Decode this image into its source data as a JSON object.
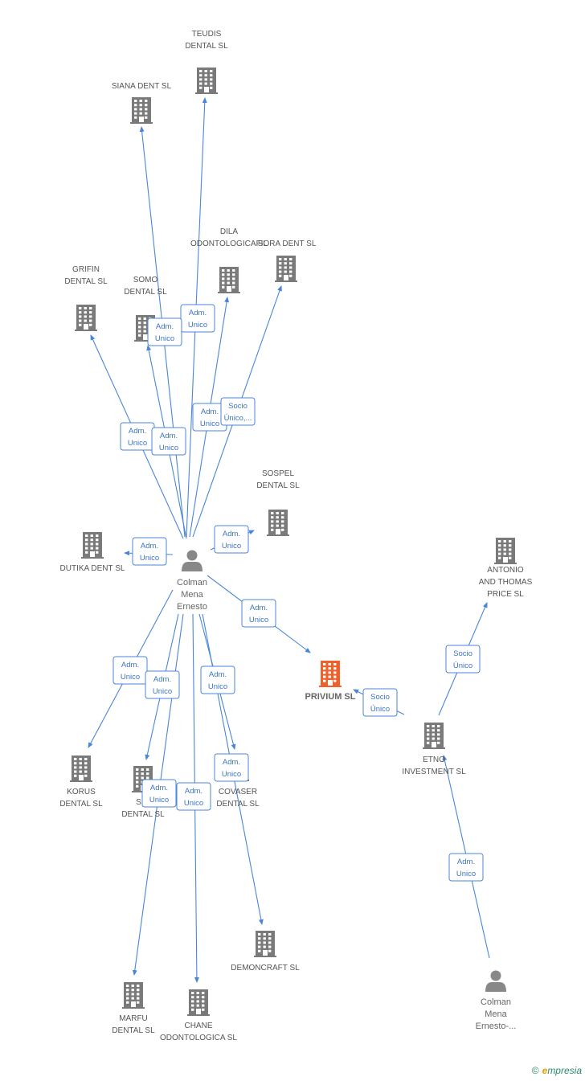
{
  "colors": {
    "edge": "#4a86d8",
    "building": "#7a7a7a",
    "focus_building": "#f0602a",
    "person": "#888888"
  },
  "nodes": [
    {
      "id": "teudis",
      "type": "company",
      "label": [
        "TEUDIS",
        "DENTAL SL"
      ]
    },
    {
      "id": "siana",
      "type": "company",
      "label": [
        "SIANA DENT SL"
      ]
    },
    {
      "id": "dila",
      "type": "company",
      "label": [
        "DILA",
        "ODONTOLOGICA SL"
      ]
    },
    {
      "id": "fiora",
      "type": "company",
      "label": [
        "FIORA DENT SL"
      ]
    },
    {
      "id": "grifin",
      "type": "company",
      "label": [
        "GRIFIN",
        "DENTAL SL"
      ]
    },
    {
      "id": "somo",
      "type": "company",
      "label": [
        "SOMO",
        "DENTAL SL"
      ]
    },
    {
      "id": "sospel",
      "type": "company",
      "label": [
        "SOSPEL",
        "DENTAL SL"
      ]
    },
    {
      "id": "dutika",
      "type": "company",
      "label": [
        "DUTIKA DENT  SL"
      ]
    },
    {
      "id": "colman1",
      "type": "person",
      "label": [
        "Colman",
        "Mena",
        "Ernesto"
      ]
    },
    {
      "id": "antonio",
      "type": "company",
      "label": [
        "ANTONIO",
        "AND THOMAS",
        "PRICE SL"
      ]
    },
    {
      "id": "privium",
      "type": "focus",
      "label": [
        "PRIVIUM SL"
      ]
    },
    {
      "id": "etno",
      "type": "company",
      "label": [
        "ETNO",
        "INVESTMENT SL"
      ]
    },
    {
      "id": "korus",
      "type": "company",
      "label": [
        "KORUS",
        "DENTAL SL"
      ]
    },
    {
      "id": "sim",
      "type": "company",
      "label": [
        "SIM",
        "DENTAL SL"
      ]
    },
    {
      "id": "covaser",
      "type": "company",
      "label": [
        "COVASER",
        "DENTAL  SL"
      ]
    },
    {
      "id": "demoncraft",
      "type": "company",
      "label": [
        "DEMONCRAFT SL"
      ]
    },
    {
      "id": "marfu",
      "type": "company",
      "label": [
        "MARFU",
        "DENTAL SL"
      ]
    },
    {
      "id": "chane",
      "type": "company",
      "label": [
        "CHANE",
        "ODONTOLOGICA SL"
      ]
    },
    {
      "id": "colman2",
      "type": "person",
      "label": [
        "Colman",
        "Mena",
        "Ernesto-..."
      ]
    }
  ],
  "edges": [
    {
      "from": "colman1",
      "to": "teudis",
      "label": [
        "Adm.",
        "Unico"
      ]
    },
    {
      "from": "colman1",
      "to": "siana",
      "label": [
        "Adm.",
        "Unico"
      ]
    },
    {
      "from": "colman1",
      "to": "dila",
      "label": [
        "Adm.",
        "Unico"
      ]
    },
    {
      "from": "colman1",
      "to": "fiora",
      "label": [
        "Socio",
        "Único,..."
      ]
    },
    {
      "from": "colman1",
      "to": "grifin",
      "label": [
        "Adm.",
        "Unico"
      ]
    },
    {
      "from": "colman1",
      "to": "somo",
      "label": [
        "Adm.",
        "Unico"
      ]
    },
    {
      "from": "colman1",
      "to": "sospel",
      "label": [
        "Adm.",
        "Unico"
      ]
    },
    {
      "from": "colman1",
      "to": "dutika",
      "label": [
        "Adm.",
        "Unico"
      ]
    },
    {
      "from": "colman1",
      "to": "privium",
      "label": [
        "Adm.",
        "Unico"
      ]
    },
    {
      "from": "colman1",
      "to": "korus",
      "label": [
        "Adm.",
        "Unico"
      ]
    },
    {
      "from": "colman1",
      "to": "sim",
      "label": [
        "Adm.",
        "Unico"
      ]
    },
    {
      "from": "colman1",
      "to": "covaser",
      "label": [
        "Adm.",
        "Unico"
      ]
    },
    {
      "from": "colman1",
      "to": "demoncraft",
      "label": [
        "Adm.",
        "Unico"
      ]
    },
    {
      "from": "colman1",
      "to": "marfu",
      "label": [
        "Adm.",
        "Unico"
      ]
    },
    {
      "from": "colman1",
      "to": "chane",
      "label": [
        "Adm.",
        "Unico"
      ]
    },
    {
      "from": "etno",
      "to": "privium",
      "label": [
        "Socio",
        "Único"
      ]
    },
    {
      "from": "etno",
      "to": "antonio",
      "label": [
        "Socio",
        "Único"
      ]
    },
    {
      "from": "colman2",
      "to": "etno",
      "label": [
        "Adm.",
        "Unico"
      ]
    }
  ],
  "watermark": {
    "copyright": "©",
    "brand_initial": "e",
    "brand_rest": "mpresia"
  }
}
